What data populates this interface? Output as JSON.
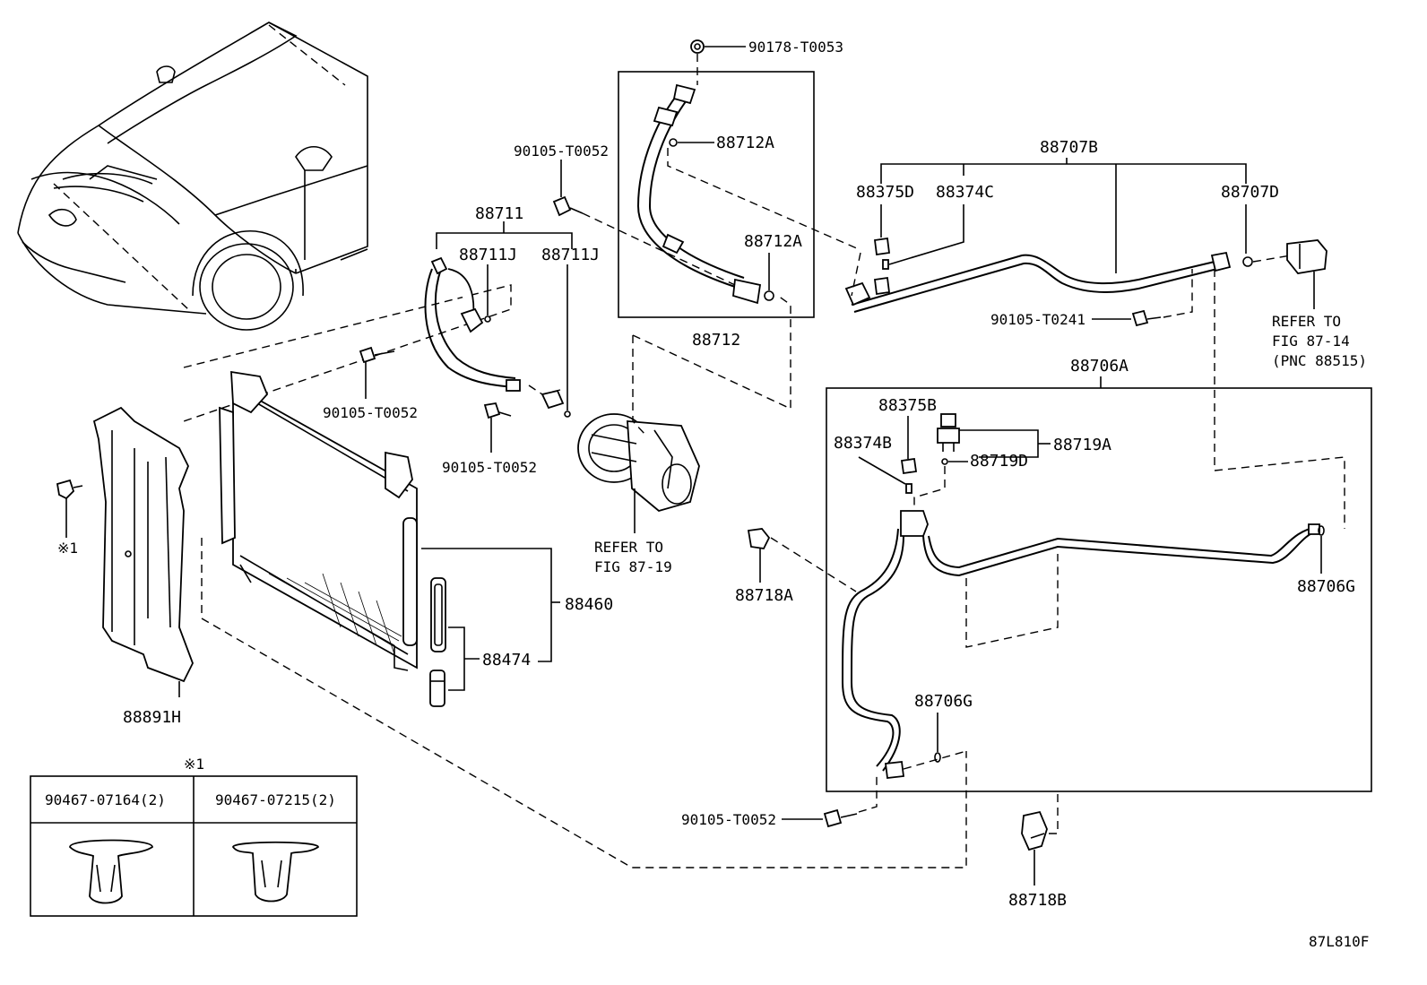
{
  "diagram_id": "87L810F",
  "labels": {
    "p90178_T0053": "90178-T0053",
    "p90105_T0052_top": "90105-T0052",
    "p88712A_top": "88712A",
    "p88712A_bot": "88712A",
    "p88712": "88712",
    "p88711": "88711",
    "p88711J_a": "88711J",
    "p88711J_b": "88711J",
    "p90105_T0052_mid": "90105-T0052",
    "p90105_T0052_low": "90105-T0052",
    "refer_87_19_a": "REFER TO",
    "refer_87_19_b": "FIG 87-19",
    "p88707B": "88707B",
    "p88375D": "88375D",
    "p88374C": "88374C",
    "p88707D": "88707D",
    "p90105_T0241": "90105-T0241",
    "refer_87_14_a": "REFER TO",
    "refer_87_14_b": "FIG 87-14",
    "refer_87_14_c": "(PNC 88515)",
    "p88706A": "88706A",
    "p88375B": "88375B",
    "p88374B": "88374B",
    "p88719D": "88719D",
    "p88719A": "88719A",
    "p88718A": "88718A",
    "p88706G_right": "88706G",
    "p88706G_low": "88706G",
    "p90105_T0052_bottom": "90105-T0052",
    "p88718B": "88718B",
    "p88460": "88460",
    "p88474": "88474",
    "p88891H": "88891H",
    "note_x1": "※1"
  },
  "clip_table": {
    "title": "※1",
    "columns": [
      "90467-07164(2)",
      "90467-07215(2)"
    ]
  }
}
